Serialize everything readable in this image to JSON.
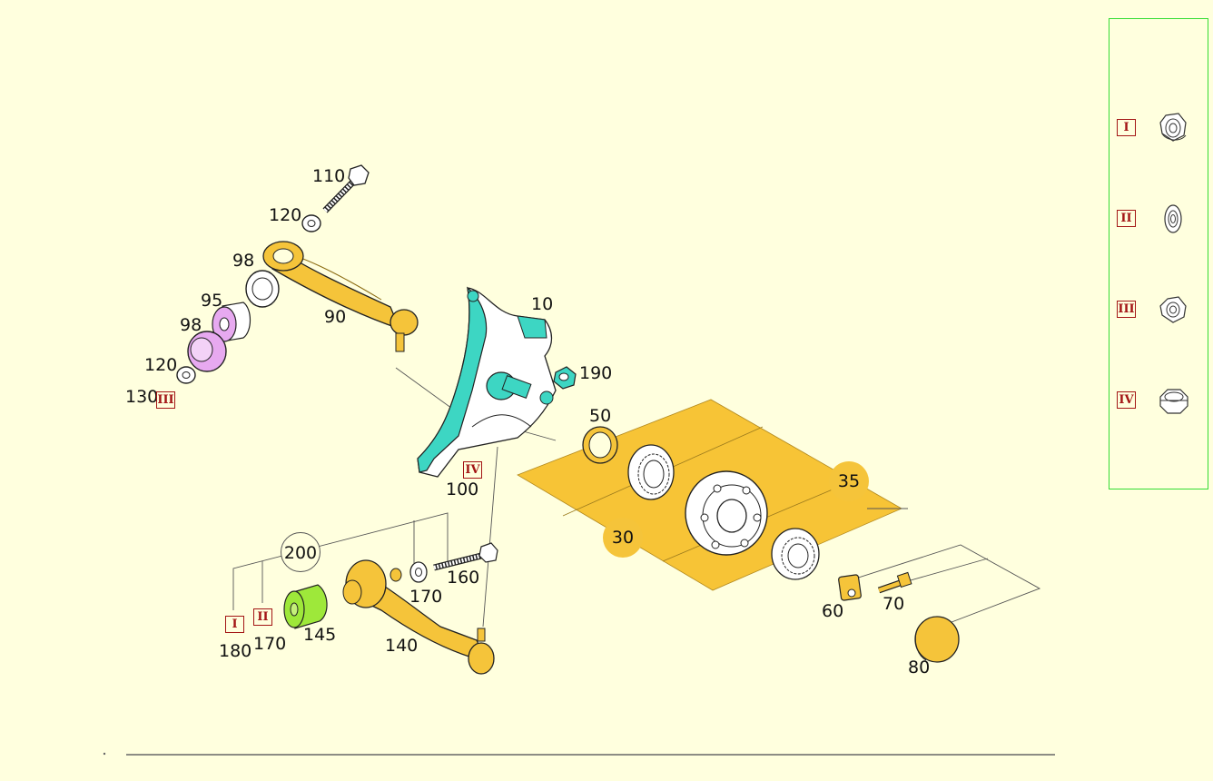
{
  "callouts": {
    "p10": "10",
    "p30": "30",
    "p35": "35",
    "p50": "50",
    "p60": "60",
    "p70": "70",
    "p80": "80",
    "p90": "90",
    "p95": "95",
    "p98a": "98",
    "p98b": "98",
    "p100": "100",
    "p110": "110",
    "p120a": "120",
    "p120b": "120",
    "p130": "130",
    "p140": "140",
    "p145": "145",
    "p160": "160",
    "p170a": "170",
    "p170b": "170",
    "p180": "180",
    "p190": "190",
    "p200": "200"
  },
  "markers": {
    "i": "I",
    "ii": "II",
    "iii": "III",
    "iv": "IV"
  },
  "legend": [
    {
      "marker": "I",
      "icon": "flange-nut-icon"
    },
    {
      "marker": "II",
      "icon": "washer-nut-icon"
    },
    {
      "marker": "III",
      "icon": "hex-nut-icon"
    },
    {
      "marker": "IV",
      "icon": "castle-nut-icon"
    }
  ],
  "colors": {
    "background": "#ffffde",
    "part_yellow": "#f5c43a",
    "plate_orange": "#f7c436",
    "knuckle_teal": "#3dd6c3",
    "bushing_pink": "#e7a9f0",
    "bushing_green": "#9ee83a",
    "marker_red": "#a31515",
    "legend_border": "#33dd33"
  }
}
